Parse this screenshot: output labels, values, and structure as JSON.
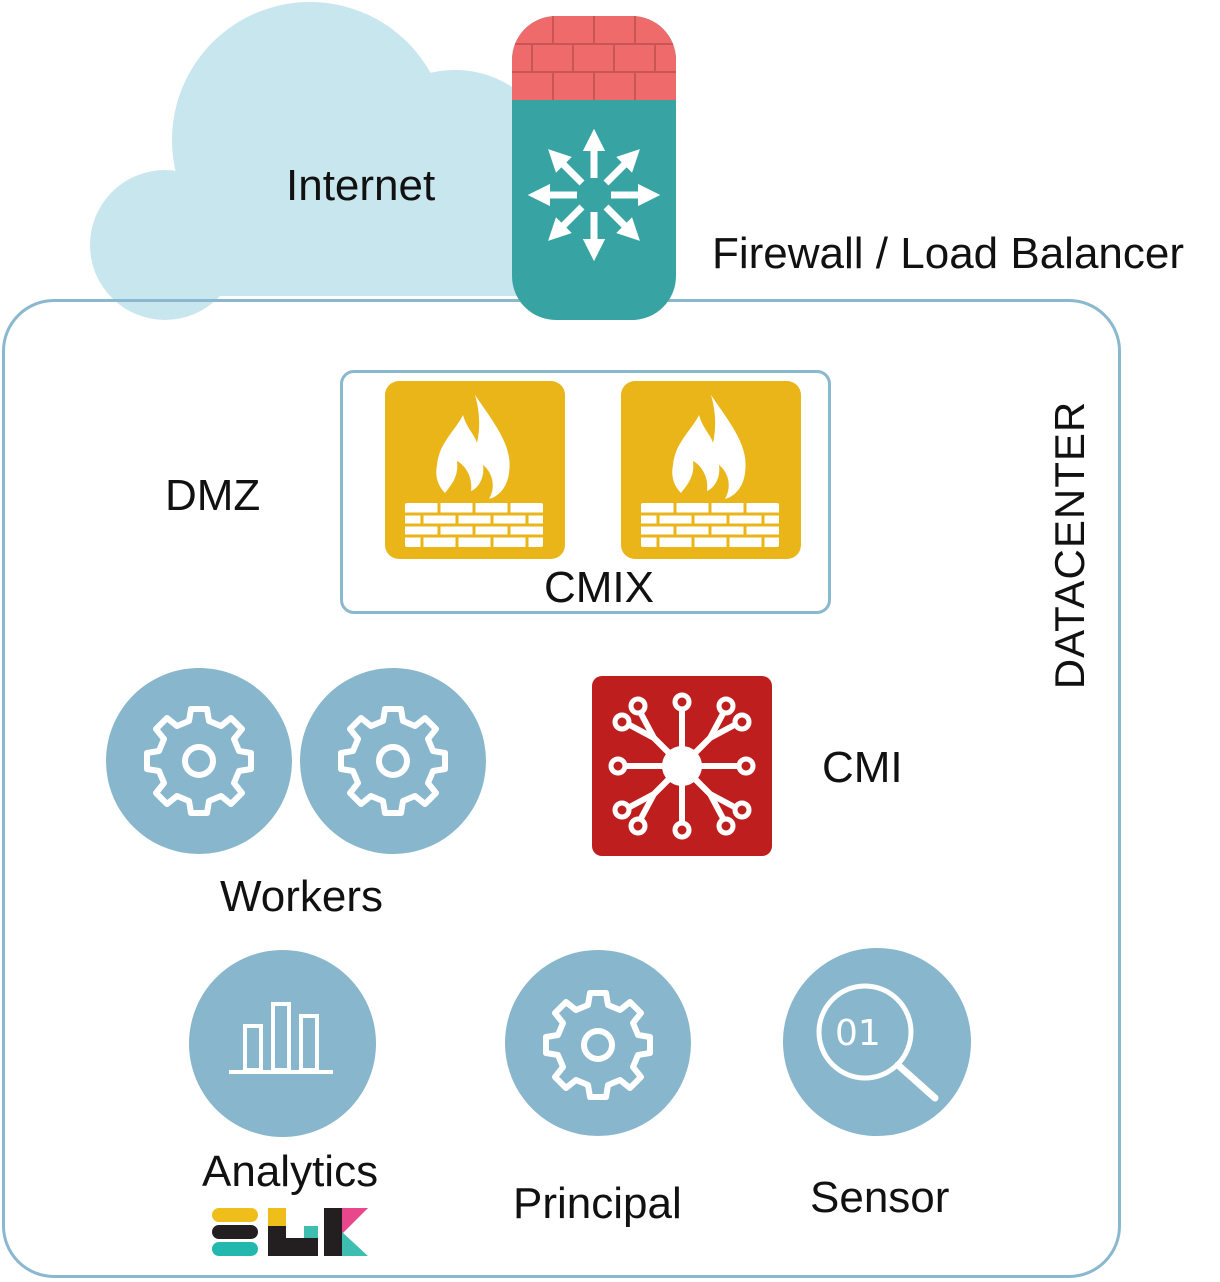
{
  "labels": {
    "internet": "Internet",
    "firewall_lb": "Firewall / Load Balancer",
    "datacenter": "DATACENTER",
    "dmz": "DMZ",
    "cmix": "CMIX",
    "workers": "Workers",
    "cmi": "CMI",
    "analytics": "Analytics",
    "principal": "Principal",
    "sensor": "Sensor",
    "sensor_glyph": "01"
  },
  "icons": {
    "cloud": "cloud-icon",
    "firewall_lb": "load-balancer-icon",
    "cmix": "firewall-flame-icon",
    "workers": "gear-icon",
    "cmi": "network-hub-icon",
    "analytics": "bar-chart-icon",
    "elk": "elk-logo",
    "principal": "gear-icon",
    "sensor": "binary-search-icon"
  },
  "colors": {
    "cloud": "#c8e6ee",
    "datacenter_border": "#8ab8ce",
    "brick_red": "#ef6b6b",
    "teal": "#38a3a3",
    "dmz_yellow": "#e9b518",
    "node_blue": "#88b6cc",
    "cmi_red": "#bf1e1e",
    "elk_yellow": "#f0be1a",
    "elk_black": "#231f20",
    "elk_teal": "#22b8ae",
    "elk_pink": "#e8478b",
    "elk_blue": "#3ebeb0"
  }
}
